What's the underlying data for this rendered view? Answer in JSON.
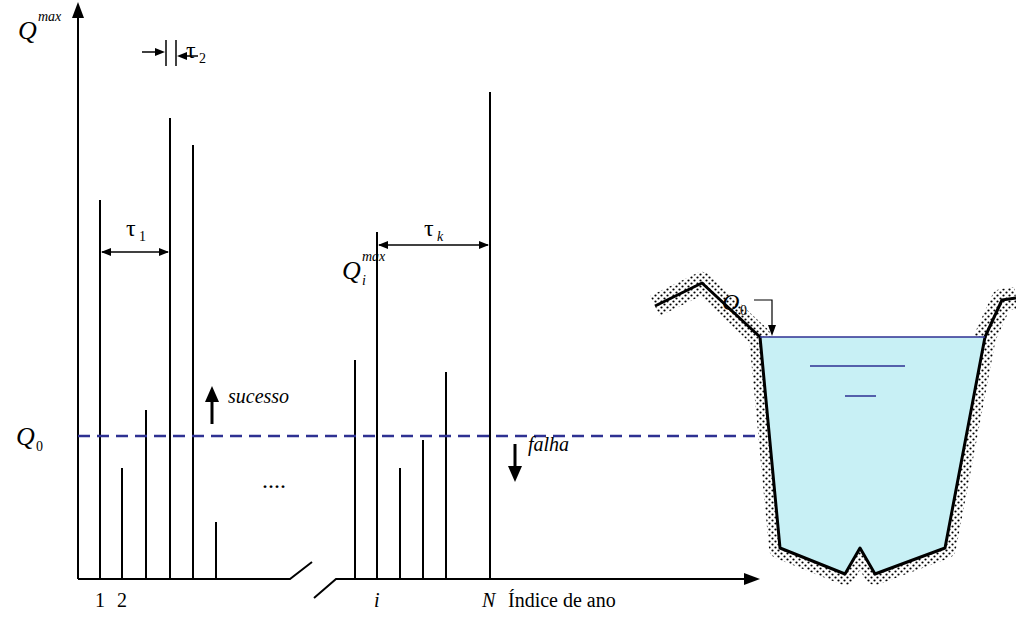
{
  "diagram": {
    "labels": [
      "Q",
      "max",
      "τ",
      "2",
      "τ",
      "1",
      "Q",
      "max",
      "i",
      "τ",
      "k",
      "sucesso",
      "falha",
      "Q",
      "0",
      "Q",
      "0",
      "....",
      "1",
      "2",
      "i",
      "N",
      "Índice de ano"
    ]
  }
}
